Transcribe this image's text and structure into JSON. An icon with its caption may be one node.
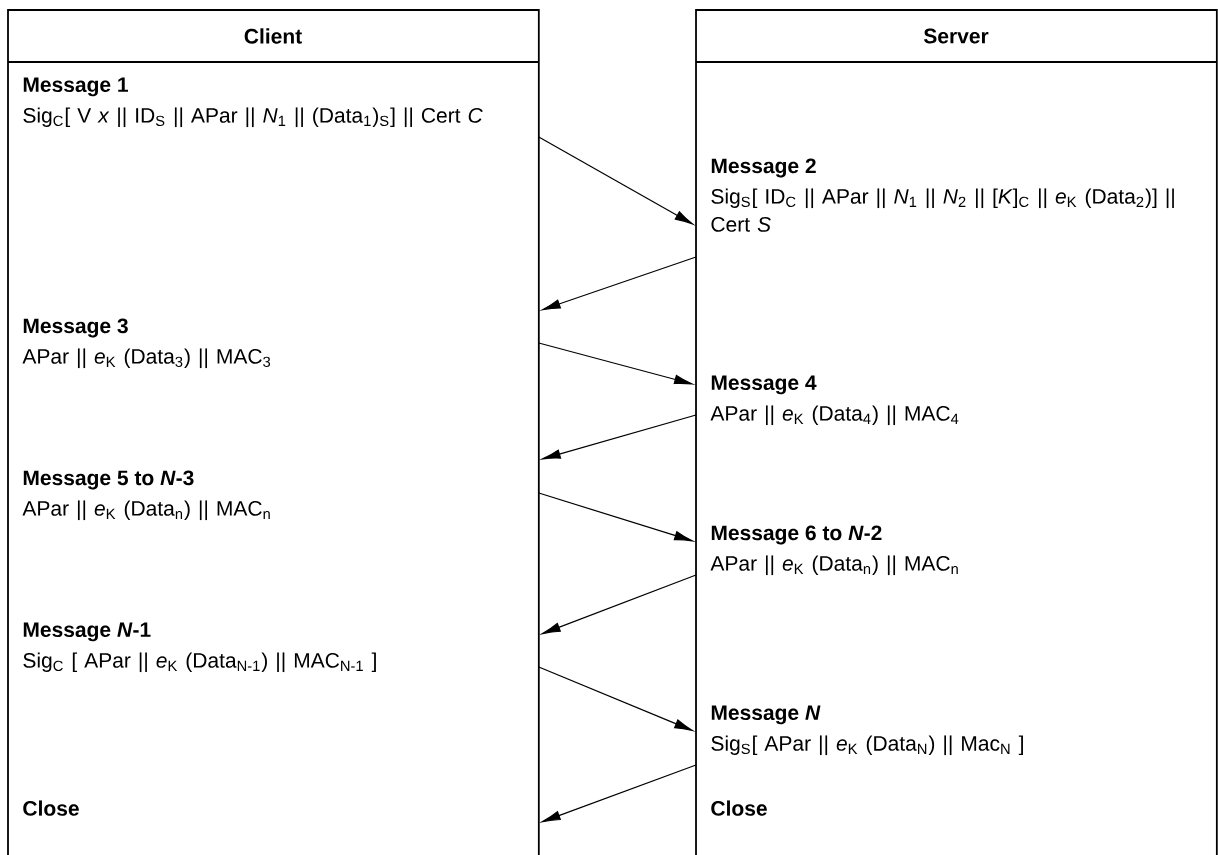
{
  "diagram": {
    "nodes": [
      {
        "text": [
          "Client",
          "Message 1",
          "Sig$_{C}$[ V *x* || ID$_{S}$ || APar || *N*$_{1}$ || (Data$_{1}$)$_{S}$] || Cert *C*",
          "Message 3",
          "APar || *e*$_{K}$ (Data$_{3}$) || MAC$_{3}$",
          "Message 5 to *N*-3",
          "APar || *e*$_{K}$ (Data$_{n}$) || MAC$_{n}$",
          "Message *N*-1",
          "Sig$_{C}$ [ APar || *e*$_{K}$ (Data$_{N-1}$) || MAC$_{N-1}$ ]",
          "Close"
        ]
      },
      {
        "text": [
          "Server",
          "Message 2",
          "Sig$_{S}$[ ID$_{C}$ || APar || *N*$_{1}$ || *N*$_{2}$ || [*K*]$_{C}$ || *e*$_{K}$ (Data$_{2}$)] || Cert *S*",
          "Message 4",
          "APar || *e*$_{K}$ (Data$_{4}$) || MAC$_{4}$",
          "Message 6 to *N*-2",
          "APar || *e*$_{K}$ (Data$_{n}$) || MAC$_{n}$",
          "Message *N*",
          "Sig$_{S}$[ APar || *e*$_{K}$ (Data$_{N}$) || Mac$_{N}$ ]",
          "Close"
        ]
      }
    ],
    "edges": [
      {
        "from": 0,
        "to": 1,
        "arrow": "to"
      },
      {
        "from": 1,
        "to": 0,
        "arrow": "to"
      },
      {
        "from": 0,
        "to": 1,
        "arrow": "to"
      },
      {
        "from": 1,
        "to": 0,
        "arrow": "to"
      },
      {
        "from": 0,
        "to": 1,
        "arrow": "to"
      },
      {
        "from": 1,
        "to": 0,
        "arrow": "to"
      },
      {
        "from": 0,
        "to": 1,
        "arrow": "to"
      },
      {
        "from": 1,
        "to": 0,
        "arrow": "to"
      }
    ]
  }
}
